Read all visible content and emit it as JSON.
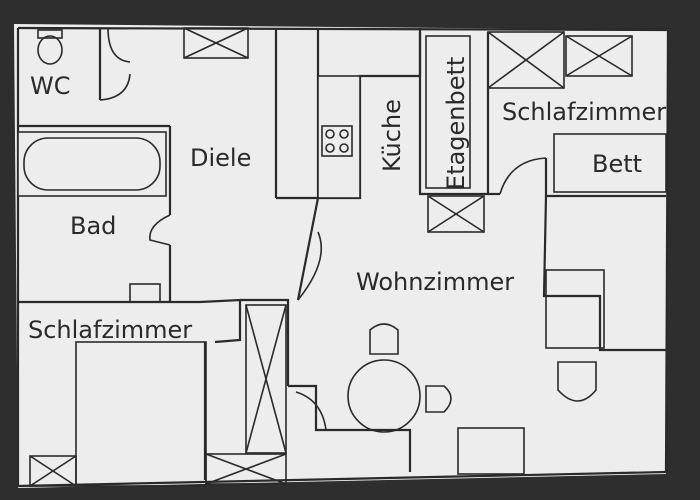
{
  "plan": {
    "rooms": {
      "wc": "WC",
      "diele": "Diele",
      "kueche": "Küche",
      "etagenbett": "Etagenbett",
      "schlafzimmer_right": "Schlafzimmer",
      "bett": "Bett",
      "bad": "Bad",
      "wohnzimmer": "Wohnzimmer",
      "schlafzimmer_left": "Schlafzimmer"
    }
  },
  "colors": {
    "paper": "#ededed",
    "ink": "#2a2a2a",
    "frame": "#2e2e2e"
  }
}
